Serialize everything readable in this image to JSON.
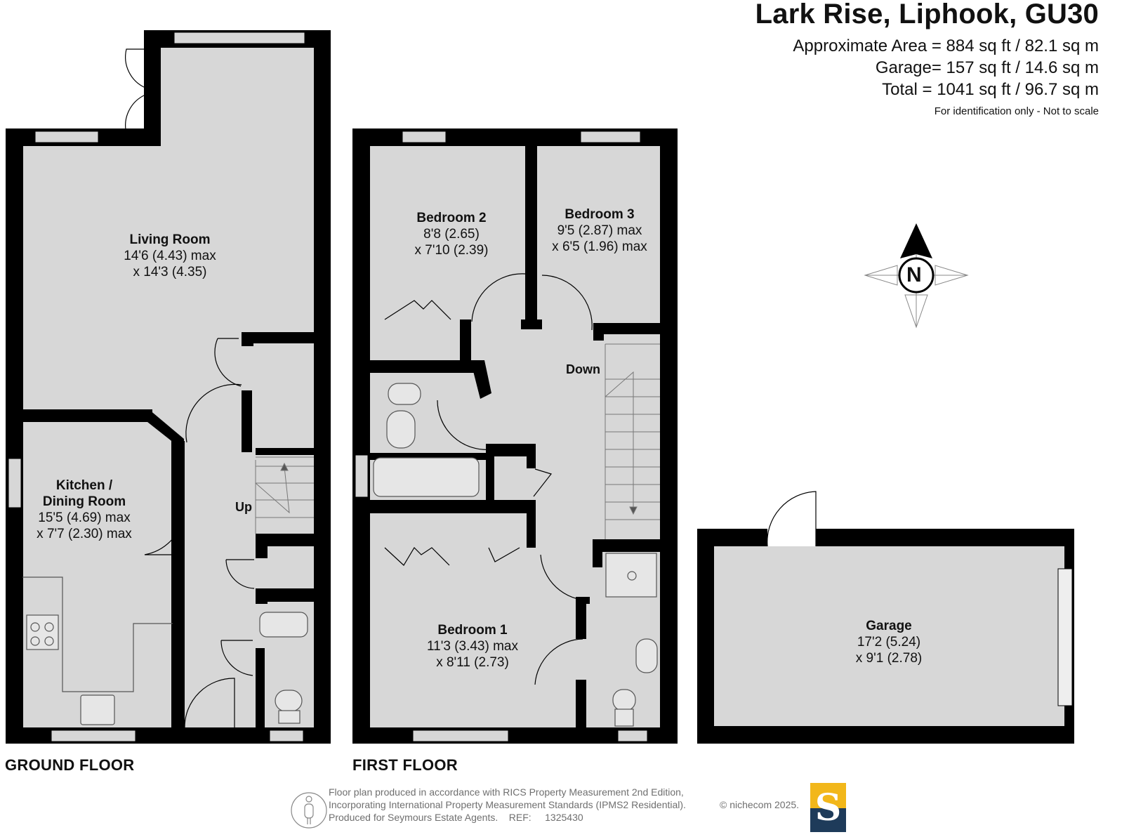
{
  "header": {
    "title": "Lark Rise, Liphook, GU30",
    "approximate_area": "Approximate Area = 884 sq ft / 82.1 sq m",
    "garage_area": "Garage= 157 sq ft / 14.6 sq m",
    "total_area": "Total = 1041 sq ft / 96.7 sq m",
    "disclaimer": "For identification only - Not to scale"
  },
  "rooms": {
    "living": {
      "name": "Living Room",
      "dim1": "14'6 (4.43) max",
      "dim2": "x 14'3 (4.35)"
    },
    "kitchen": {
      "name1": "Kitchen /",
      "name2": "Dining Room",
      "dim1": "15'5 (4.69) max",
      "dim2": "x 7'7 (2.30) max"
    },
    "bedroom2": {
      "name": "Bedroom 2",
      "dim1": "8'8 (2.65)",
      "dim2": "x 7'10 (2.39)"
    },
    "bedroom3": {
      "name": "Bedroom 3",
      "dim1": "9'5 (2.87) max",
      "dim2": "x 6'5 (1.96) max"
    },
    "bedroom1": {
      "name": "Bedroom 1",
      "dim1": "11'3 (3.43) max",
      "dim2": "x 8'11 (2.73)"
    },
    "garage": {
      "name": "Garage",
      "dim1": "17'2 (5.24)",
      "dim2": "x 9'1 (2.78)"
    }
  },
  "labels": {
    "up": "Up",
    "down": "Down",
    "compass": "N"
  },
  "floors": {
    "ground": "GROUND FLOOR",
    "first": "FIRST FLOOR"
  },
  "footer": {
    "line1": "Floor plan produced in accordance with RICS Property Measurement 2nd Edition,",
    "line2": "Incorporating International Property Measurement Standards (IPMS2 Residential).",
    "line3": "Produced for Seymours Estate Agents.    REF:     1325430",
    "copyright": "© nichecom 2025.",
    "logo_letter": "S"
  },
  "colors": {
    "wall": "#000000",
    "floor": "#d7d7d7",
    "logo_gold": "#f2b71a",
    "logo_navy": "#1e3b5a"
  },
  "icons": [
    "compass-icon",
    "ipms-person-icon"
  ]
}
